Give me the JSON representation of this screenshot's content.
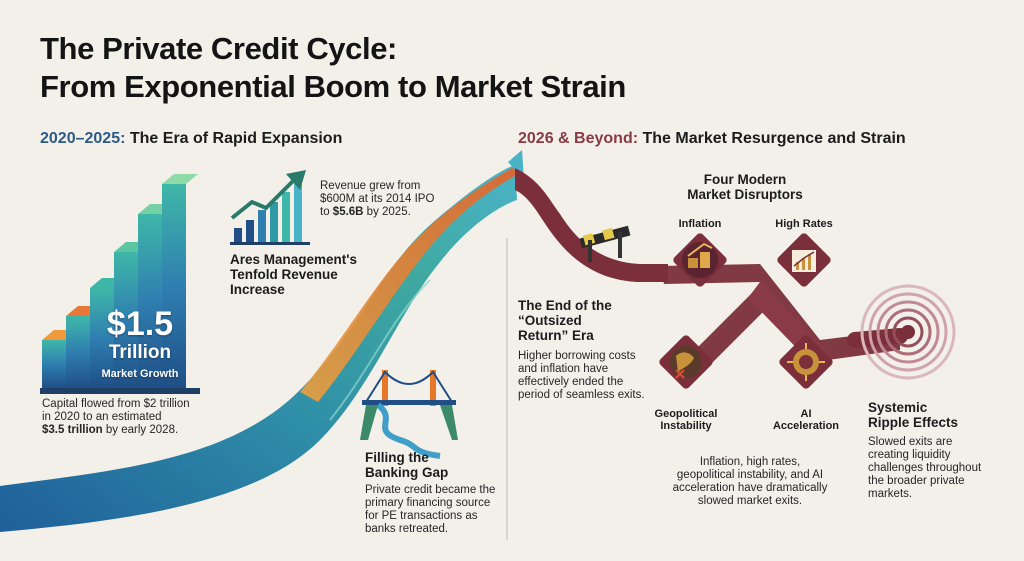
{
  "title": {
    "line1": "The Private Credit Cycle:",
    "line2": "From Exponential Boom to Market Strain"
  },
  "left": {
    "period": "2020–2025:",
    "heading": "The Era of Rapid Expansion",
    "stat": {
      "value": "$1.5",
      "unit": "Trillion",
      "caption": "Market Growth"
    },
    "capital_text": {
      "line1": "Capital flowed from $2 trillion",
      "line2": "in 2020 to an estimated",
      "bold": "$3.5 trillion",
      "rest": " by early 2028."
    },
    "ares": {
      "text1": "Revenue grew from",
      "text2": "$600M at its 2014 IPO",
      "text3_pre": "to ",
      "text3_bold": "$5.6B",
      "text3_post": " by 2025.",
      "head1": "Ares Management's",
      "head2": "Tenfold Revenue",
      "head3": "Increase"
    },
    "banking": {
      "head1": "Filling the",
      "head2": "Banking Gap",
      "text1": "Private credit became the",
      "text2": "primary financing source",
      "text3": "for PE transactions as",
      "text4": "banks retreated."
    }
  },
  "right": {
    "period": "2026 & Beyond:",
    "heading": "The Market Resurgence and Strain",
    "disruptors": {
      "title1": "Four Modern",
      "title2": "Market Disruptors",
      "items": [
        {
          "label": "Inflation",
          "icon": "coin-stack-icon"
        },
        {
          "label": "High Rates",
          "icon": "rising-chart-icon"
        },
        {
          "label1": "Geopolitical",
          "label2": "Instability",
          "icon": "globe-icon"
        },
        {
          "label1": "AI",
          "label2": "Acceleration",
          "icon": "ai-brain-icon"
        }
      ],
      "caption1": "Inflation, high rates,",
      "caption2": "geopolitical instability, and AI",
      "caption3": "acceleration have dramatically",
      "caption4": "slowed market exits."
    },
    "end_era": {
      "head1": "The End of the",
      "head2": "“Outsized",
      "head3": "Return” Era",
      "text1": "Higher borrowing costs",
      "text2": "and inflation have",
      "text3": "effectively ended the",
      "text4": "period of seamless exits."
    },
    "ripple": {
      "head1": "Systemic",
      "head2": "Ripple Effects",
      "text1": "Slowed exits are",
      "text2": "creating liquidity",
      "text3": "challenges throughout",
      "text4": "the broader private",
      "text5": "markets."
    }
  },
  "colors": {
    "blue": "#2a5b86",
    "teal": "#2f9aa6",
    "orange": "#e6782a",
    "maroon": "#7a2f3a",
    "gold": "#c8923a"
  }
}
